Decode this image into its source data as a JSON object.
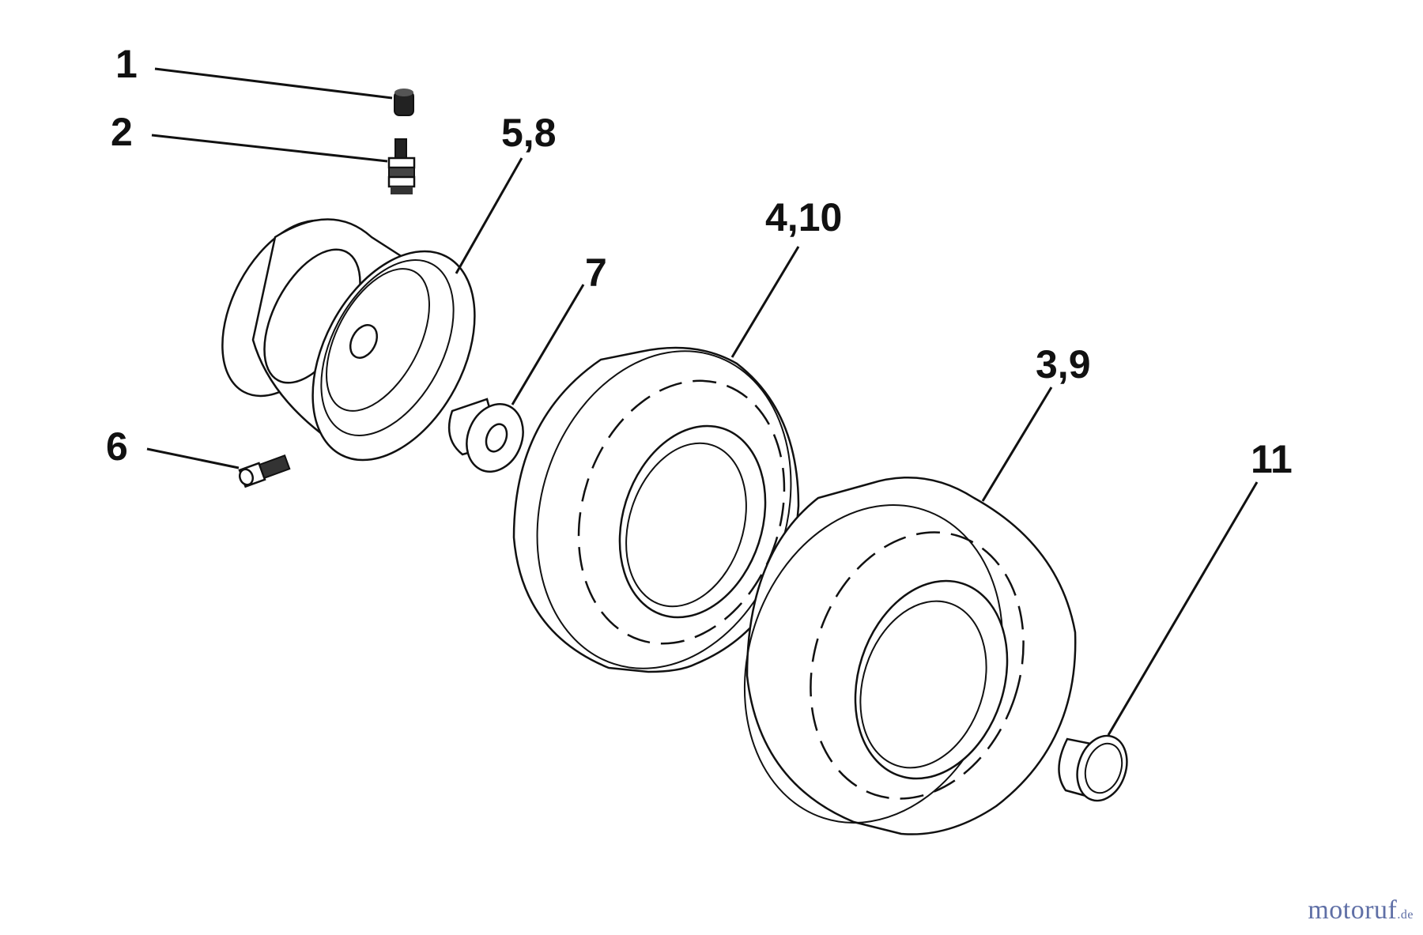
{
  "callouts": {
    "c1": "1",
    "c2": "2",
    "c58": "5,8",
    "c6": "6",
    "c7": "7",
    "c410": "4,10",
    "c39": "3,9",
    "c11": "11"
  },
  "watermark": {
    "main": "motoruf",
    "tld": ".de"
  },
  "colors": {
    "ink": "#111111",
    "background": "#ffffff",
    "watermark": "#5f6fa6"
  }
}
